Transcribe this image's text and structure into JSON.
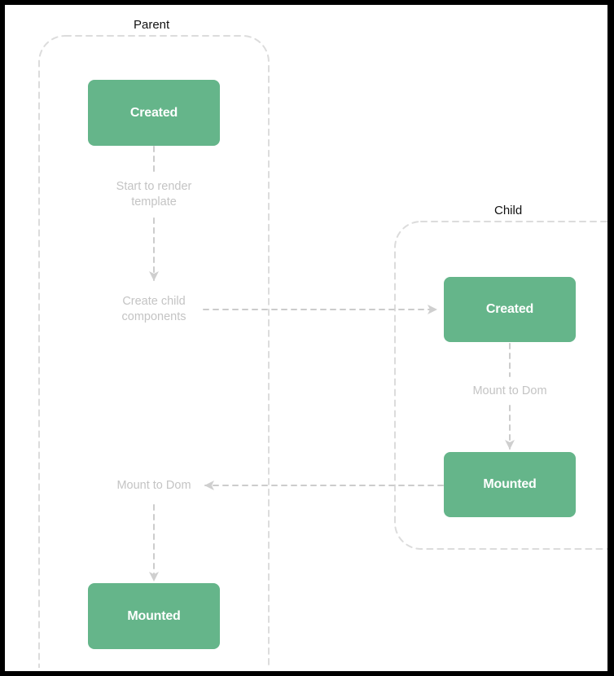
{
  "colors": {
    "state_fill": "#65b58a",
    "state_text": "#ffffff",
    "step_text": "#c4c4c4",
    "connector": "#cccccc",
    "container_border": "#dddddd"
  },
  "parent": {
    "label": "Parent",
    "created": "Created",
    "step_render": "Start to render\ntemplate",
    "step_create_children": "Create child\ncomponents",
    "step_mount": "Mount to Dom",
    "mounted": "Mounted"
  },
  "child": {
    "label": "Child",
    "created": "Created",
    "step_mount": "Mount to Dom",
    "mounted": "Mounted"
  }
}
